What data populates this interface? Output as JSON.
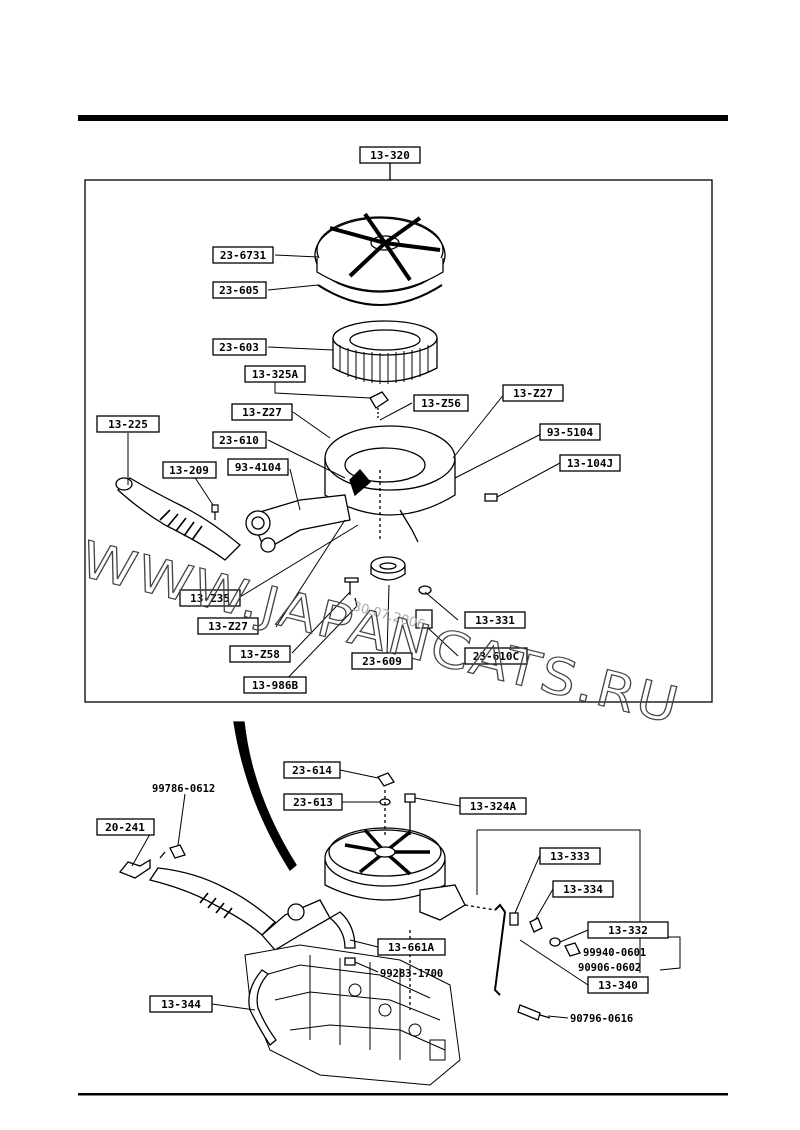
{
  "top_diagram": {
    "group_label": "13-320",
    "labels": [
      "23-6731",
      "23-605",
      "23-603",
      "13-325A",
      "13-Z27",
      "23-610",
      "93-4104",
      "13-209",
      "13-225",
      "13-Z56",
      "13-Z27",
      "93-5104",
      "13-104J",
      "13-Z35",
      "13-Z27",
      "13-Z58",
      "13-986B",
      "23-609",
      "13-331",
      "23-610C"
    ]
  },
  "bottom_diagram": {
    "labels": [
      "23-614",
      "23-613",
      "13-324A",
      "20-241",
      "13-333",
      "13-334",
      "13-332",
      "13-661A",
      "13-340",
      "13-344"
    ],
    "plain_numbers": [
      "99786-0612",
      "99940-0601",
      "90906-0602",
      "99283-1700",
      "90796-0616"
    ]
  },
  "watermark": {
    "site": "WWW.JAPANCATS.RU",
    "date": "30.07.2006"
  }
}
